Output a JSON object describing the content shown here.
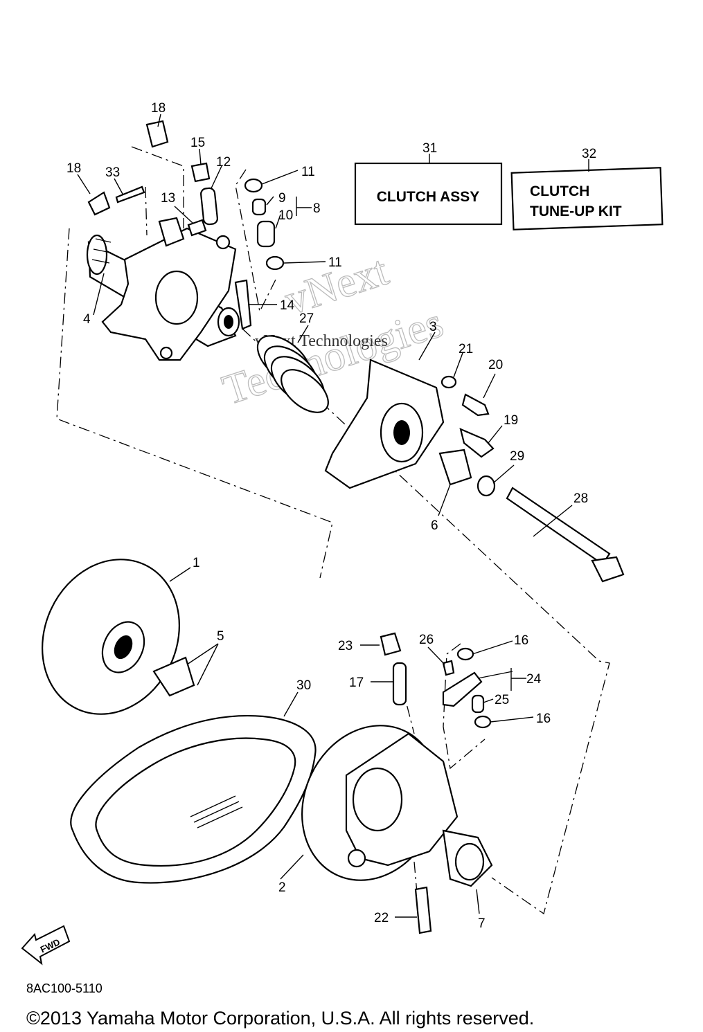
{
  "diagram": {
    "callouts": {
      "c1": "1",
      "c2": "2",
      "c3": "3",
      "c4": "4",
      "c5": "5",
      "c6": "6",
      "c7": "7",
      "c8": "8",
      "c9": "9",
      "c10": "10",
      "c11a": "11",
      "c11b": "11",
      "c12": "12",
      "c13": "13",
      "c14": "14",
      "c15": "15",
      "c16a": "16",
      "c16b": "16",
      "c17": "17",
      "c18a": "18",
      "c18b": "18",
      "c19": "19",
      "c20": "20",
      "c21": "21",
      "c22": "22",
      "c23": "23",
      "c24": "24",
      "c25": "25",
      "c26": "26",
      "c27": "27",
      "c28": "28",
      "c29": "29",
      "c30": "30",
      "c31": "31",
      "c32": "32",
      "c33": "33"
    },
    "boxes": {
      "clutch_assy": "CLUTCH ASSY",
      "tune_up_line1": "CLUTCH",
      "tune_up_line2": "TUNE-UP KIT"
    },
    "fwd_label": "FWD"
  },
  "watermark": {
    "line1": "vNext",
    "line2": "Technologies",
    "small": "vNext Technologies"
  },
  "footer": {
    "code": "8AC100-5110",
    "copyright": "©2013 Yamaha Motor Corporation, U.S.A. All rights reserved."
  }
}
